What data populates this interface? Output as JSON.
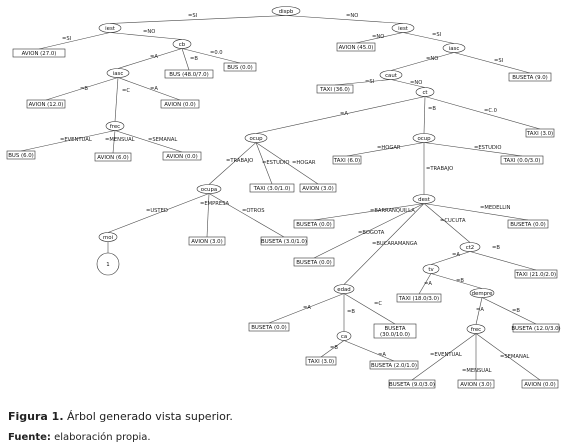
{
  "nodes": {
    "dispb": "dispb",
    "iest1": "iest",
    "iest2": "iest",
    "cb": "cb",
    "iasc1": "iasc",
    "iasc2": "iasc",
    "frec1": "frec",
    "caut": "caut",
    "ct": "ct",
    "ocup1": "ocup",
    "ocup2": "ocup",
    "ocupa": "ocupa",
    "dest": "dest",
    "moi": "moi",
    "n1": "1",
    "edad": "edad",
    "ca": "ca",
    "ct2": "ct2",
    "tv": "tv",
    "dempre": "dempre",
    "frec2": "frec",
    "l_avion27": "AVION (27.0)",
    "l_avion45": "AVION (45.0)",
    "l_bus48": "BUS (48.0/7.0)",
    "l_bus00": "BUS (0.0)",
    "l_avion12": "AVION (12.0)",
    "l_avion00a": "AVION (0.0)",
    "l_taxi36": "TAXI (36.0)",
    "l_buseta9": "BUSETA (9.0)",
    "l_bus6": "BUS (6.0)",
    "l_avion6": "AVION (6.0)",
    "l_avion00b": "AVION (0.0)",
    "l_taxi3": "TAXI (3.0)",
    "l_taxi31": "TAXI (3.0/1.0)",
    "l_avion30a": "AVION (3.0)",
    "l_taxi6": "TAXI (6.0)",
    "l_taxi00": "TAXI (0.0/3.0)",
    "l_avion30b": "AVION (3.0)",
    "l_buseta31": "BUSETA (3.0/1.0)",
    "l_buseta00a": "BUSETA (0.0)",
    "l_buseta00b": "BUSETA (0.0)",
    "l_buseta00c": "BUSETA (0.0)",
    "l_taxi21": "TAXI (21.0/2.0)",
    "l_taxi18": "TAXI (18.0/3.0)",
    "l_buseta00d": "BUSETA (0.0)",
    "l_buseta30": "BUSETA (30.0/10.0)",
    "l_buseta12": "BUSETA (12.0/3.0)",
    "l_taxi30": "TAXI (3.0)",
    "l_buseta20": "BUSETA (2.0/1.0)",
    "l_buseta9b": "BUSETA (9.0/3.0)",
    "l_avion30c": "AVION (3.0)",
    "l_avion00c": "AVION (0.0)"
  },
  "edges": {
    "e1": "=SI",
    "e2": "=NO",
    "e3": "=SI",
    "e4": "=NO",
    "e5": "=NO",
    "e6": "=SI",
    "e7": "=A",
    "e8": "=B",
    "e9": "=0.0",
    "e10": "=B",
    "e11": "=C",
    "e12": "=A",
    "e13": "=SI",
    "e14": "=NO",
    "e15": "=EVENTUAL",
    "e16": "=MENSUAL",
    "e17": "=SEMANAL",
    "e18": "=A",
    "e19": "=B",
    "e20": "=C.0",
    "e21": "=TRABAJO",
    "e22": "=ESTUDIO",
    "e23": "=HOGAR",
    "e24": "=HOGAR",
    "e25": "=TRABAJO",
    "e26": "=ESTUDIO",
    "e27": "=USTED",
    "e28": "=EMPRESA",
    "e29": "=OTROS",
    "e30": "=BARRANQUILLA",
    "e31": "=BOGOTA",
    "e32": "=BUCARAMANGA",
    "e33": "=CUCUTA",
    "e34": "=MEDELLIN",
    "e35": "=SI",
    "e36": "=NO",
    "e37": "=A",
    "e38": "=B",
    "e39": "=A",
    "e40": "=B",
    "e41": "=C",
    "e42": "=B",
    "e43": "=A",
    "e44": "=B",
    "e45": "=EVENTUAL",
    "e46": "=MENSUAL",
    "e47": "=SEMANAL"
  },
  "caption": {
    "figure_label": "Figura 1.",
    "figure_text": " Árbol generado vista superior.",
    "source_label": "Fuente:",
    "source_text": " elaboración propia."
  }
}
